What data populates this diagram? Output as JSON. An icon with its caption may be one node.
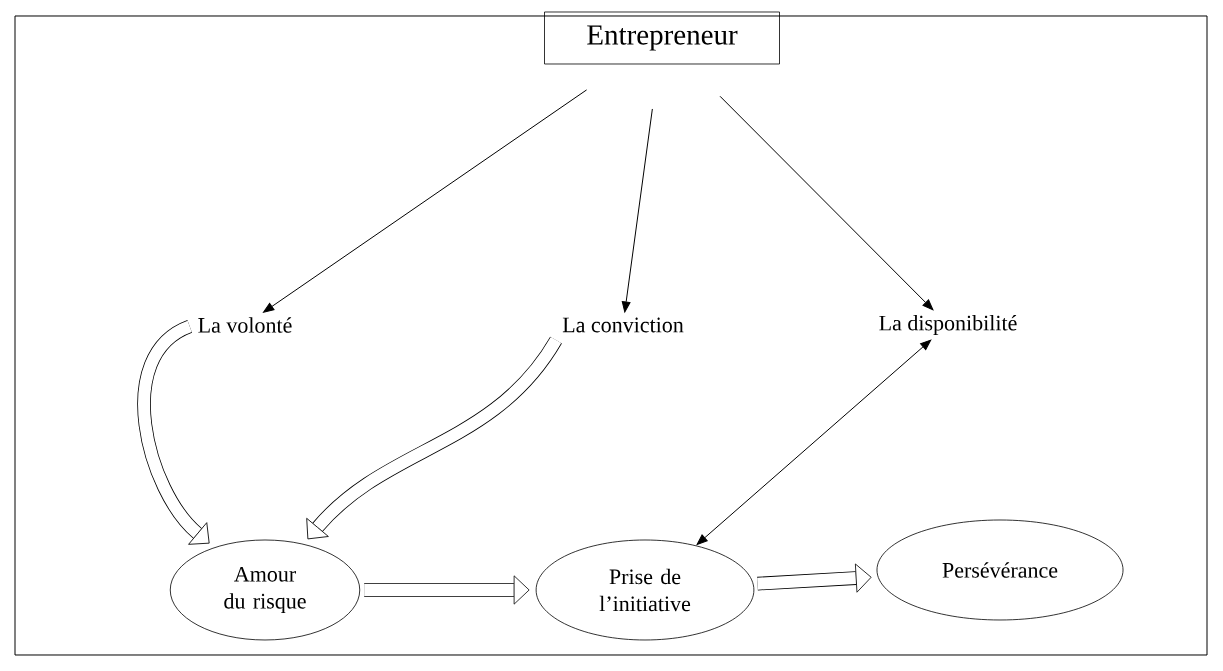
{
  "diagram": {
    "nodes": [
      {
        "text": [
          "Entrepreneur"
        ]
      },
      {
        "text": [
          "La volonté"
        ]
      },
      {
        "text": [
          "La conviction"
        ]
      },
      {
        "text": [
          "La disponibilité"
        ]
      },
      {
        "text": [
          "Amour du risque"
        ]
      },
      {
        "text": [
          "Prise de l’initiative"
        ]
      },
      {
        "text": [
          "Persévérance"
        ]
      }
    ],
    "edges": [
      {
        "from": 0,
        "to": 1,
        "arrow": "to"
      },
      {
        "from": 0,
        "to": 2,
        "arrow": "to"
      },
      {
        "from": 0,
        "to": 3,
        "arrow": "to"
      },
      {
        "from": 5,
        "to": 3,
        "arrow": "both"
      },
      {
        "from": 1,
        "to": 4,
        "arrow": "to",
        "style": "thick"
      },
      {
        "from": 2,
        "to": 4,
        "arrow": "to",
        "style": "thick"
      },
      {
        "from": 4,
        "to": 5,
        "arrow": "to",
        "style": "thick"
      },
      {
        "from": 5,
        "to": 6,
        "arrow": "to",
        "style": "thick"
      }
    ]
  }
}
